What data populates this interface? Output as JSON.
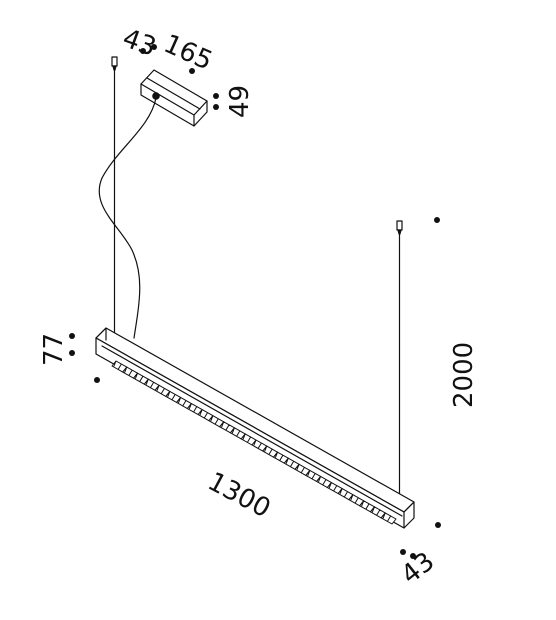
{
  "dimensions": {
    "cable_fixing_width": "43",
    "canopy_length": "165",
    "canopy_height": "49",
    "profile_height": "77",
    "suspension_length": "2000",
    "profile_length": "1300",
    "profile_width": "43"
  },
  "colors": {
    "line": "#111111",
    "background": "#ffffff"
  }
}
